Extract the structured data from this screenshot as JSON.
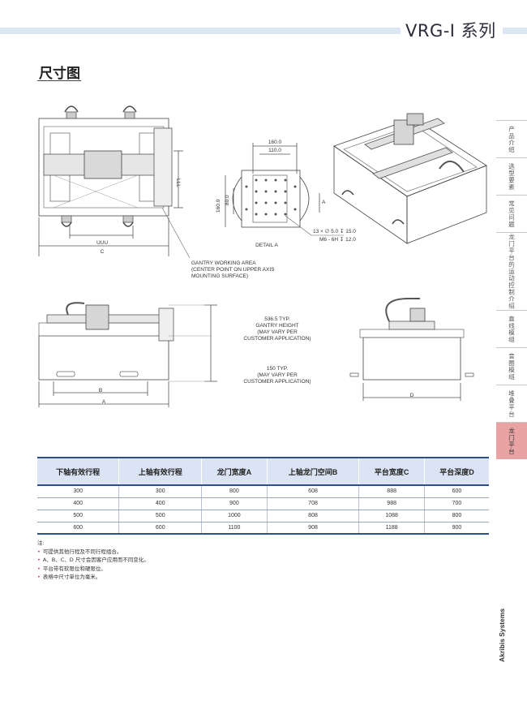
{
  "header": {
    "series_title": "VRG-I 系列"
  },
  "section": {
    "title": "尺寸图"
  },
  "drawing": {
    "dim_uuu": "UUU",
    "dim_c": "C",
    "dim_lll": "LLL",
    "gantry_working_area": [
      "GANTRY WORKING AREA",
      "(CENTER POINT ON UPPER AXIS",
      "MOUNTING SURFACE)"
    ],
    "detail_a_label": "DETAIL A",
    "dim_160": "160.0",
    "dim_110": "110.0",
    "dim_80": "80.0",
    "dim_160_v": "160.0",
    "dim_a": "A",
    "hole_spec_1": "13 × ∅ 5.0  ↧ 15.0",
    "hole_spec_2": "M6 - 6H  ↧ 12.0",
    "gantry_height": [
      "536.5 TYP.",
      "GANTRY HEIGHT",
      "(MAY VARY PER",
      "CUSTOMER APPLICATION)"
    ],
    "base_height": [
      "150 TYP.",
      "(MAY VARY PER",
      "CUSTOMER APPLICATION)"
    ],
    "dim_b": "B",
    "dim_a2": "A",
    "dim_d": "D"
  },
  "sidebar": {
    "items": [
      {
        "label": "产品介绍",
        "active": false
      },
      {
        "label": "选型要素",
        "active": false
      },
      {
        "label": "常见问题",
        "active": false
      },
      {
        "label": "龙门平台的运动控制介绍",
        "active": false
      },
      {
        "label": "直线模组",
        "active": false
      },
      {
        "label": "音圈模组",
        "active": false
      },
      {
        "label": "堆叠平台",
        "active": false
      },
      {
        "label": "龙门平台",
        "active": true
      }
    ],
    "brand": "Akribis Systems"
  },
  "table": {
    "headers": [
      "下轴有效行程",
      "上轴有效行程",
      "龙门宽度A",
      "上轴龙门空间B",
      "平台宽度C",
      "平台深度D"
    ],
    "rows": [
      [
        "300",
        "300",
        "800",
        "608",
        "888",
        "600"
      ],
      [
        "400",
        "400",
        "900",
        "708",
        "988",
        "700"
      ],
      [
        "500",
        "500",
        "1000",
        "808",
        "1088",
        "800"
      ],
      [
        "600",
        "600",
        "1100",
        "908",
        "1188",
        "900"
      ]
    ]
  },
  "notes": {
    "title": "注:",
    "items": [
      "可提供其他行程及不同行程组合。",
      "A、B、C、D 尺寸会因客户应用而不同变化。",
      "平台带有软限位和硬限位。",
      "表格中尺寸单位为毫米。"
    ]
  },
  "colors": {
    "header_band": "#dde6f3",
    "table_header_bg": "#dbe4f4",
    "table_rule": "#2d4f8e",
    "active_tab": "#e9a3a3",
    "bullet": "#c43a3a"
  }
}
